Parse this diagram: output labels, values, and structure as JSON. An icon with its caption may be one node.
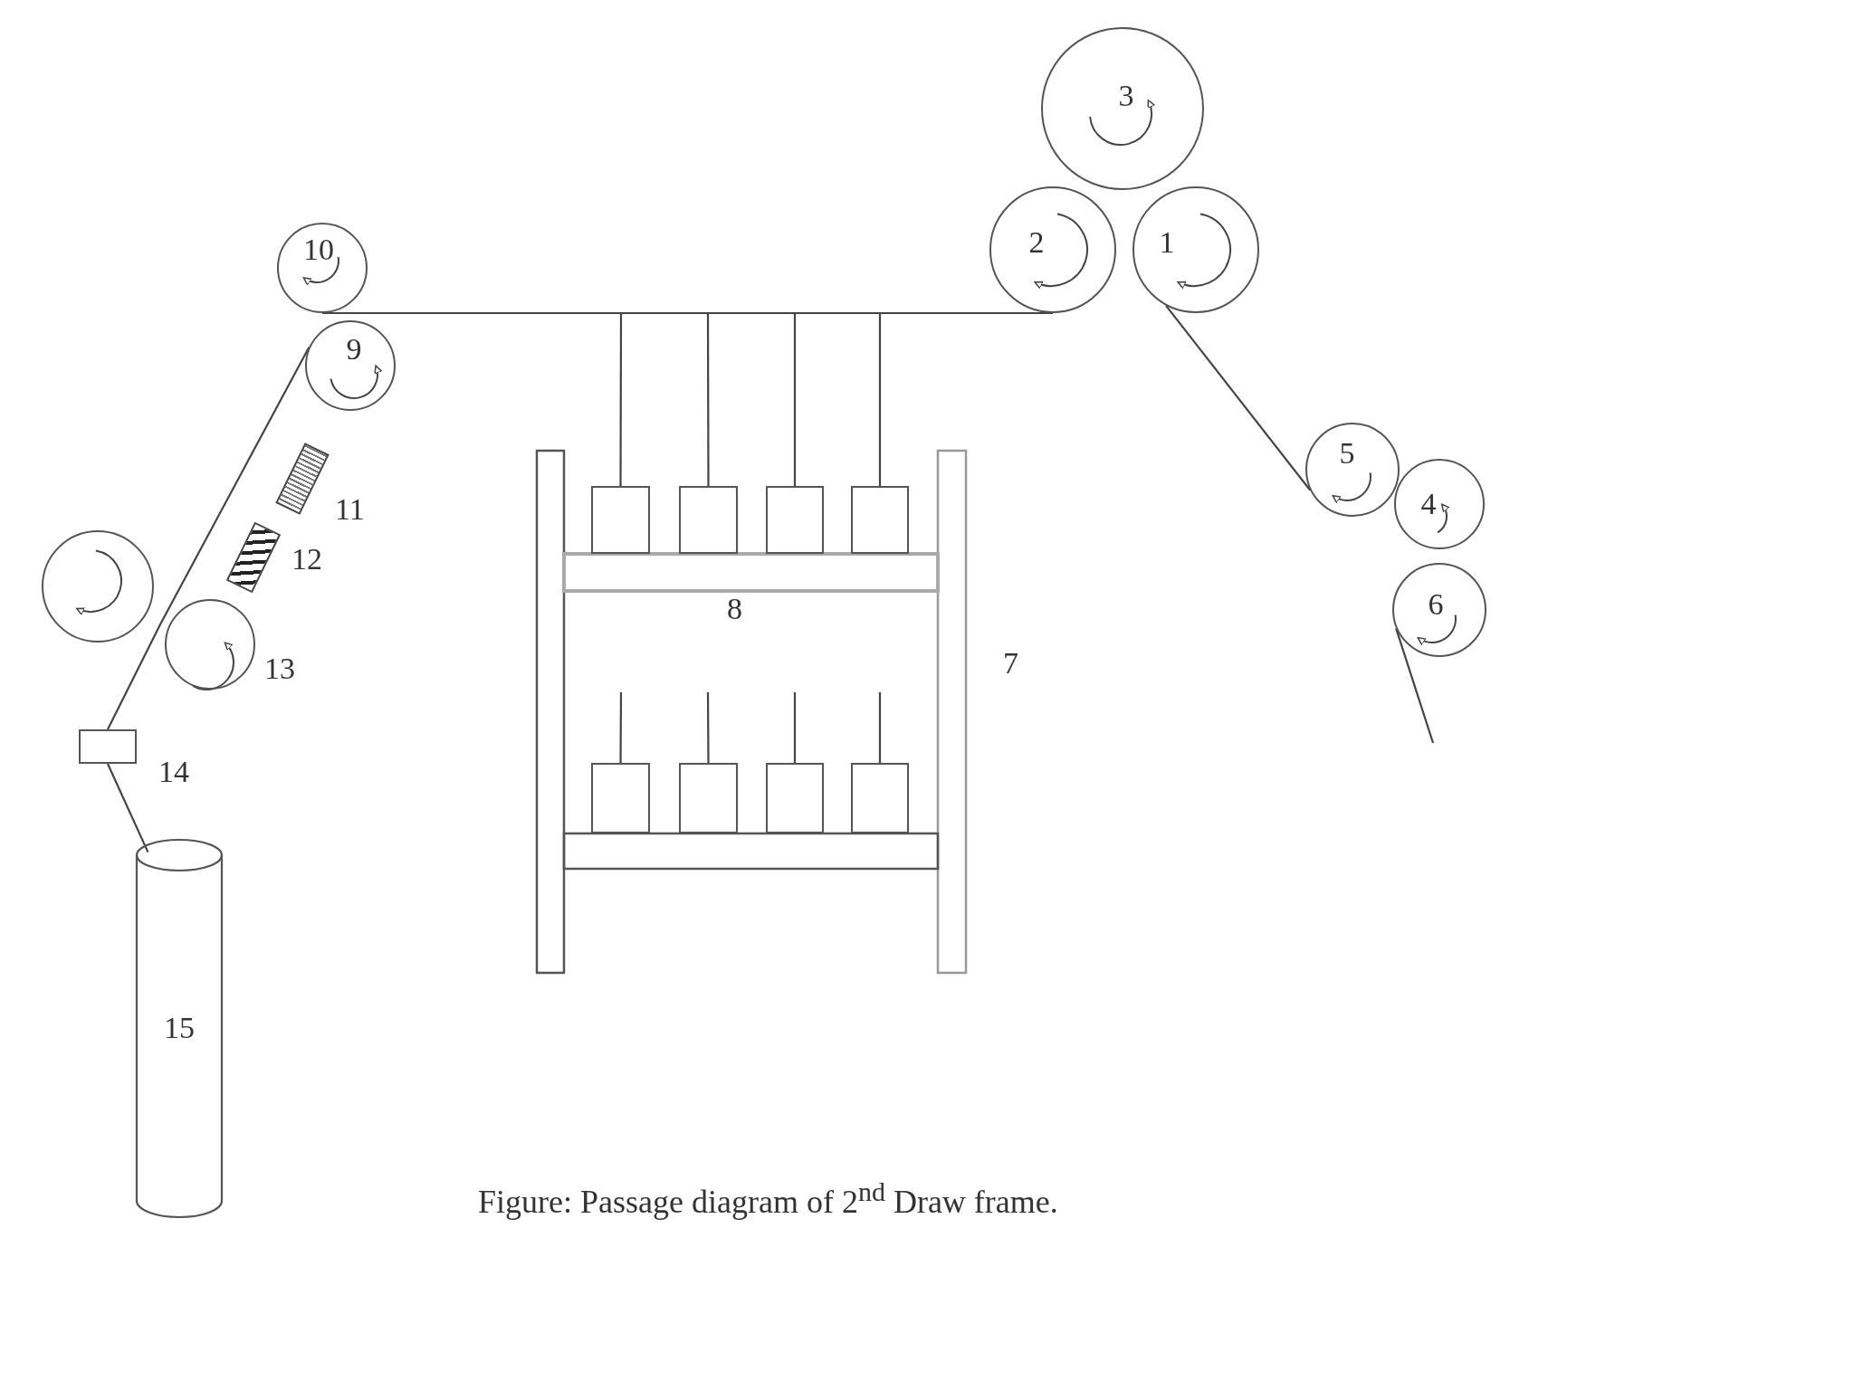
{
  "diagram": {
    "caption": "Figure: Passage diagram of 2$^{nd}$ Draw frame.",
    "nodes": [
      {
        "text": [
          "3"
        ]
      },
      {
        "text": [
          "2"
        ]
      },
      {
        "text": [
          "1"
        ]
      },
      {
        "text": [
          "5"
        ]
      },
      {
        "text": [
          "4"
        ]
      },
      {
        "text": [
          "6"
        ]
      },
      {
        "text": [
          "10"
        ]
      },
      {
        "text": [
          "9"
        ]
      },
      {
        "text": [],
        "shape": "circle"
      },
      {
        "text": [],
        "shape": "circle",
        "beside": [
          "13"
        ]
      },
      {
        "text": [],
        "shape": "box",
        "beside": [
          "11"
        ]
      },
      {
        "text": [],
        "shape": "box",
        "beside": [
          "12"
        ]
      },
      {
        "text": [],
        "shape": "box",
        "beside": [
          "14"
        ]
      },
      {
        "text": [
          "15"
        ]
      },
      {
        "text": [],
        "shape": "box"
      },
      {
        "text": [],
        "shape": "box"
      },
      {
        "text": [],
        "shape": "box"
      },
      {
        "text": [],
        "shape": "box"
      },
      {
        "text": [],
        "shape": "box"
      },
      {
        "text": [],
        "shape": "box"
      },
      {
        "text": [],
        "shape": "box"
      },
      {
        "text": [],
        "shape": "box"
      }
    ],
    "edges": [
      {
        "from": null,
        "to": 5,
        "arrow": "none"
      },
      {
        "from": 3,
        "to": 2,
        "arrow": "none"
      },
      {
        "from": 1,
        "to": 6,
        "arrow": "none"
      },
      {
        "from": 7,
        "to": 12,
        "arrow": "none"
      },
      {
        "from": 12,
        "to": 13,
        "arrow": "none"
      },
      {
        "from": 14,
        "to": null,
        "arrow": "none"
      },
      {
        "from": 15,
        "to": null,
        "arrow": "none"
      },
      {
        "from": 16,
        "to": null,
        "arrow": "none"
      },
      {
        "from": 17,
        "to": null,
        "arrow": "none"
      },
      {
        "from": 18,
        "to": null,
        "arrow": "none"
      },
      {
        "from": 19,
        "to": null,
        "arrow": "none"
      },
      {
        "from": 20,
        "to": null,
        "arrow": "none"
      },
      {
        "from": 21,
        "to": null,
        "arrow": "none"
      }
    ],
    "labels": [
      "8",
      "7"
    ]
  }
}
